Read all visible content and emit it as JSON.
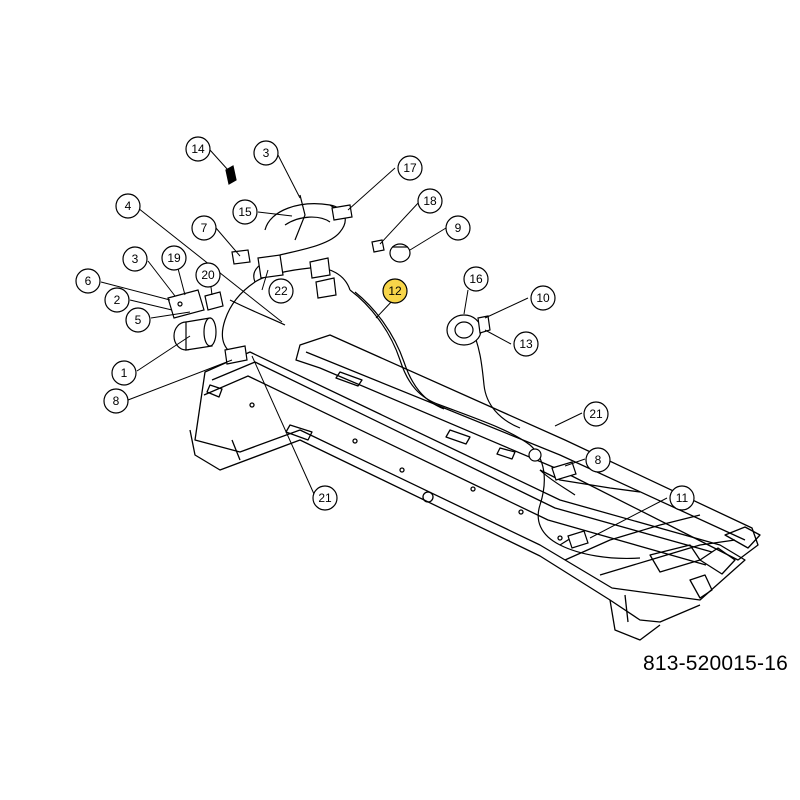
{
  "diagram": {
    "part_number": "813-520015-16",
    "highlight_color": "#f7d54a",
    "line_color": "#000000",
    "callouts": [
      {
        "id": "c14",
        "label": "14"
      },
      {
        "id": "c3a",
        "label": "3"
      },
      {
        "id": "c17",
        "label": "17"
      },
      {
        "id": "c4",
        "label": "4"
      },
      {
        "id": "c15",
        "label": "15"
      },
      {
        "id": "c18",
        "label": "18"
      },
      {
        "id": "c7",
        "label": "7"
      },
      {
        "id": "c9",
        "label": "9"
      },
      {
        "id": "c3b",
        "label": "3"
      },
      {
        "id": "c19",
        "label": "19"
      },
      {
        "id": "c20",
        "label": "20"
      },
      {
        "id": "c16",
        "label": "16"
      },
      {
        "id": "c6",
        "label": "6"
      },
      {
        "id": "c22",
        "label": "22"
      },
      {
        "id": "c12",
        "label": "12",
        "highlight": true
      },
      {
        "id": "c10",
        "label": "10"
      },
      {
        "id": "c2",
        "label": "2"
      },
      {
        "id": "c5",
        "label": "5"
      },
      {
        "id": "c13",
        "label": "13"
      },
      {
        "id": "c1",
        "label": "1"
      },
      {
        "id": "c8a",
        "label": "8"
      },
      {
        "id": "c21a",
        "label": "21"
      },
      {
        "id": "c8b",
        "label": "8"
      },
      {
        "id": "c21b",
        "label": "21"
      },
      {
        "id": "c11",
        "label": "11"
      }
    ]
  }
}
